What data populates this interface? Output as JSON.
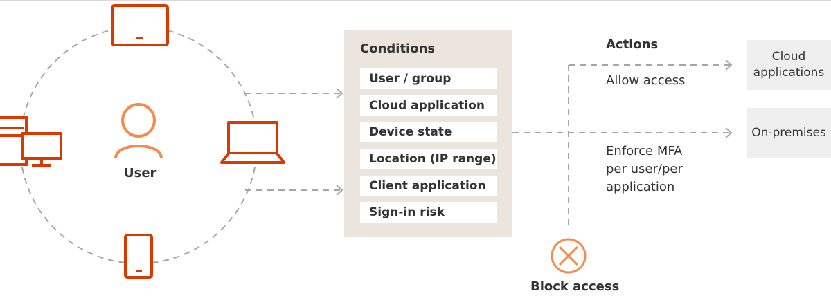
{
  "user": {
    "label": "User"
  },
  "conditions": {
    "title": "Conditions",
    "items": [
      "User / group",
      "Cloud application",
      "Device state",
      "Location (IP range)",
      "Client application",
      "Sign-in risk"
    ]
  },
  "actions": {
    "title": "Actions",
    "allow": "Allow access",
    "enforce_mfa": "Enforce MFA\nper user/per\napplication",
    "block": "Block access"
  },
  "destinations": {
    "cloud": "Cloud\napplications",
    "on_premises": "On-premises"
  },
  "icons": [
    "tablet-icon",
    "desktop-icon",
    "user-icon",
    "laptop-icon",
    "phone-icon",
    "block-icon"
  ],
  "colors": {
    "device_accent": "#d83b01",
    "user_accent": "#f7894a",
    "connector": "#a6a6a6",
    "panel": "#ece5dd",
    "destination": "#efefef",
    "text": "#333333"
  }
}
